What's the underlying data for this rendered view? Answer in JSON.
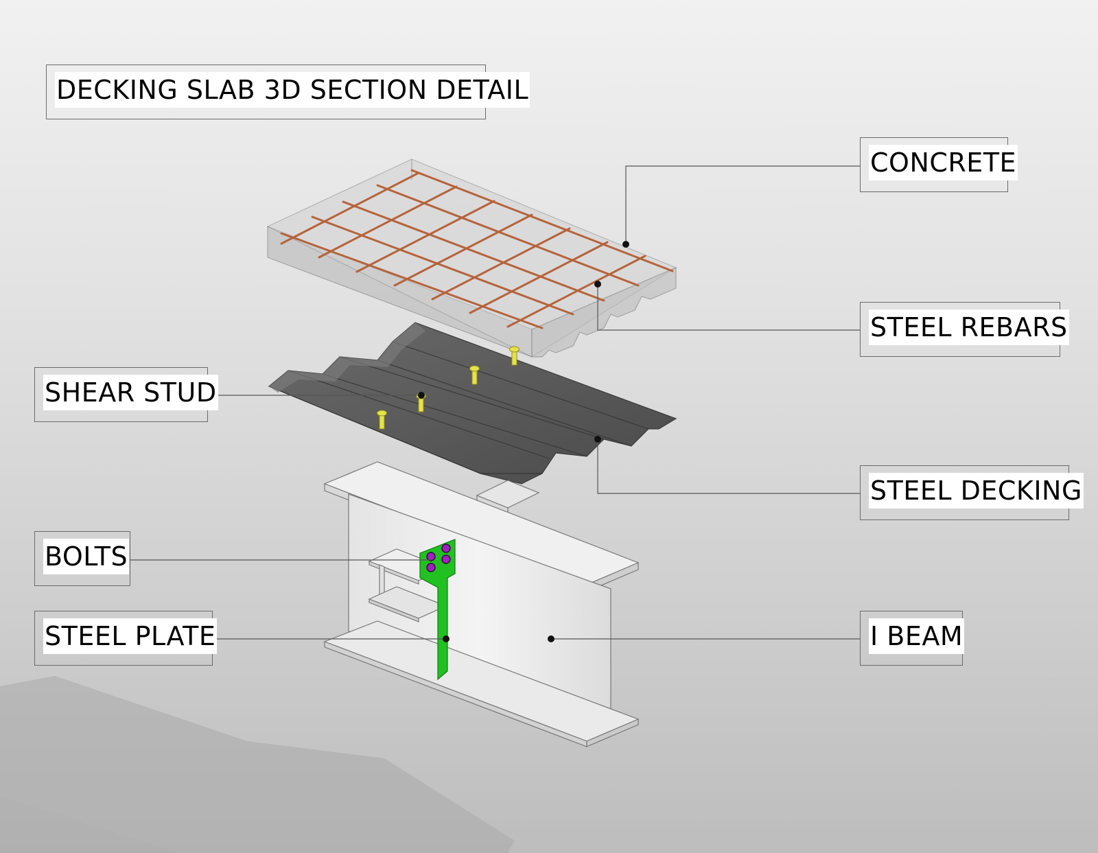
{
  "title": "DECKING SLAB 3D SECTION DETAIL",
  "labels": {
    "concrete": "CONCRETE",
    "steel_rebars": "STEEL REBARS",
    "shear_stud": "SHEAR STUD",
    "steel_decking": "STEEL DECKING",
    "bolts": "BOLTS",
    "steel_plate": "STEEL PLATE",
    "i_beam": "I BEAM"
  },
  "colors": {
    "rebar": "#b5633a",
    "decking": "#555555",
    "stud": "#e6e34a",
    "plate": "#21c121",
    "bolt": "#a020c0",
    "beam": "#ececec",
    "concrete": "#c8c8c8"
  }
}
